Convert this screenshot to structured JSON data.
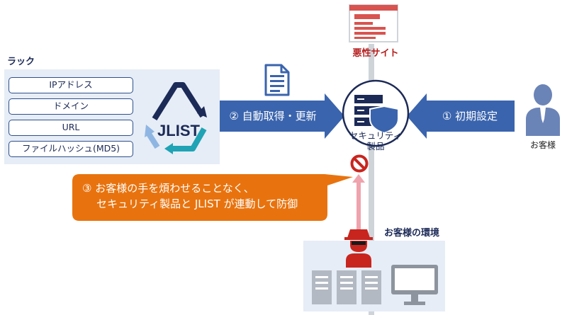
{
  "rack": {
    "title": "ラック",
    "items": [
      "IPアドレス",
      "ドメイン",
      "URL",
      "ファイルハッシュ(MD5)"
    ],
    "logo_text": "JLIST"
  },
  "arrows": {
    "auto_update": "② 自動取得・更新",
    "initial_setup": "① 初期設定"
  },
  "malicious_site": {
    "label": "悪性サイト"
  },
  "security_product": {
    "label_line1": "セキュリティ",
    "label_line2": "製品"
  },
  "customer": {
    "label": "お客様"
  },
  "environment": {
    "title": "お客様の環境"
  },
  "callout": {
    "line1": "③ お客様の手を煩わせることなく、",
    "line2": "セキュリティ製品と JLIST が連動して防御"
  },
  "colors": {
    "navy": "#1c2a57",
    "blue_arrow": "#3a64ad",
    "orange": "#e8730e",
    "red": "#c8251f",
    "light_panel": "#e6edf6",
    "teal": "#1fa3b5"
  },
  "icons": {
    "document": "document-icon",
    "website": "website-icon",
    "server_shield": "server-shield-icon",
    "person": "person-icon",
    "no_entry": "no-entry-icon",
    "hacker": "hacker-icon",
    "server": "server-icon",
    "monitor": "monitor-icon"
  }
}
